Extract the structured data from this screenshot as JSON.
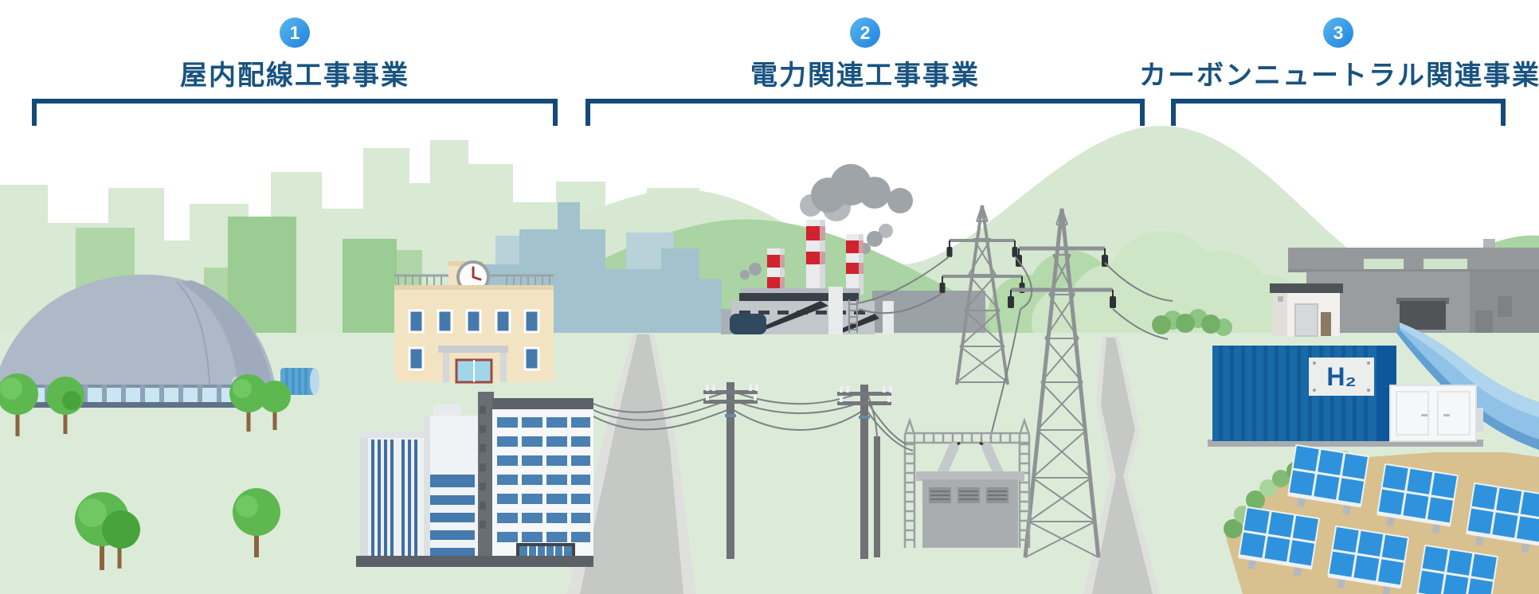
{
  "header": {
    "sections": [
      {
        "number": "1",
        "label": "屋内配線工事事業"
      },
      {
        "number": "2",
        "label": "電力関連工事事業"
      },
      {
        "number": "3",
        "label": "カーボンニュートラル関連事業"
      }
    ]
  },
  "illustration": {
    "h2_sign": "H₂"
  },
  "colors": {
    "heading_text": "#185380",
    "bracket": "#14497c",
    "badge_gradient_start": "#5cb6f0",
    "badge_gradient_end": "#1d83dc",
    "badge_number": "#ffffff",
    "h2_sign_text": "#15599e",
    "smokestack_red": "#d12230",
    "hill_green": "#aad4a3",
    "ground_green": "#dcebd8",
    "water_blue": "#8fc2e6",
    "solar_blue": "#2e93dc",
    "container_blue": "#1769a8"
  }
}
